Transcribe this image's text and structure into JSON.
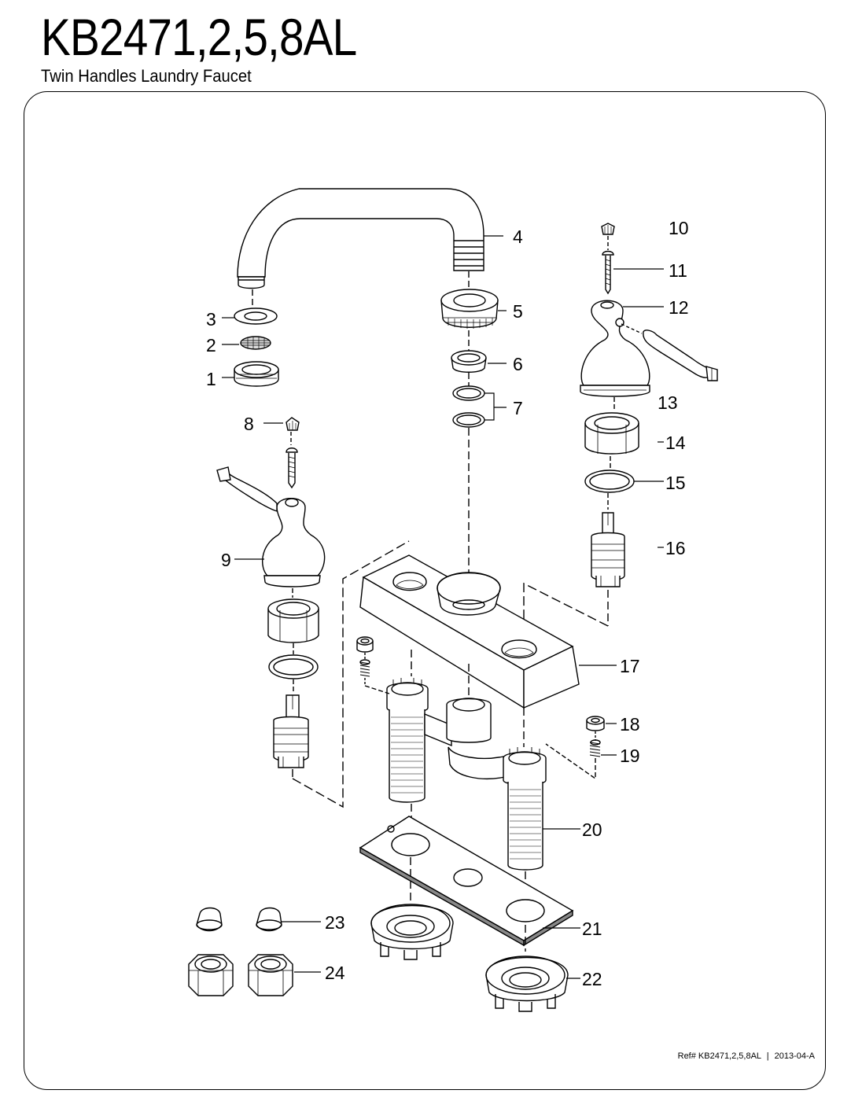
{
  "header": {
    "model": "KB2471,2,5,8AL",
    "description": "Twin Handles Laundry Faucet"
  },
  "parts": [
    {
      "num": "1"
    },
    {
      "num": "2"
    },
    {
      "num": "3"
    },
    {
      "num": "4"
    },
    {
      "num": "5"
    },
    {
      "num": "6"
    },
    {
      "num": "7"
    },
    {
      "num": "8"
    },
    {
      "num": "9"
    },
    {
      "num": "10"
    },
    {
      "num": "11"
    },
    {
      "num": "12"
    },
    {
      "num": "13"
    },
    {
      "num": "14"
    },
    {
      "num": "15"
    },
    {
      "num": "16"
    },
    {
      "num": "17"
    },
    {
      "num": "18"
    },
    {
      "num": "19"
    },
    {
      "num": "20"
    },
    {
      "num": "21"
    },
    {
      "num": "22"
    },
    {
      "num": "23"
    },
    {
      "num": "24"
    }
  ],
  "footer": {
    "ref": "Ref# KB2471,2,5,8AL",
    "separator": "|",
    "revision": "2013-04-A"
  }
}
